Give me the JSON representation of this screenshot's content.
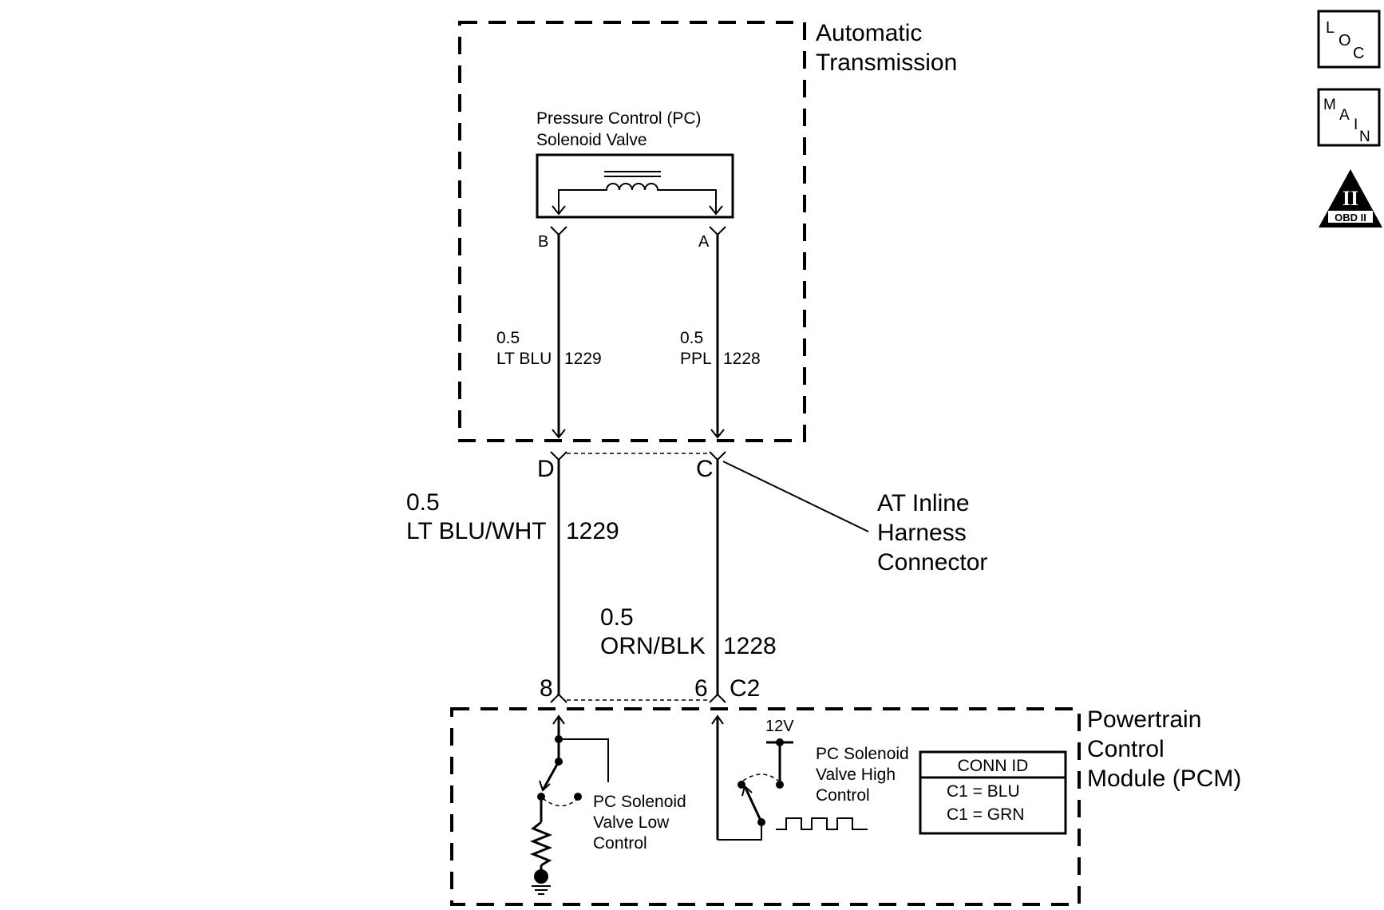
{
  "transmission": {
    "label_line1": "Automatic",
    "label_line2": "Transmission",
    "solenoid": {
      "label_line1": "Pressure Control (PC)",
      "label_line2": "Solenoid Valve",
      "pin_left": "B",
      "pin_right": "A"
    },
    "wire_left": {
      "gauge": "0.5",
      "color": "LT BLU",
      "circuit": "1229"
    },
    "wire_right": {
      "gauge": "0.5",
      "color": "PPL",
      "circuit": "1228"
    }
  },
  "inline_connector": {
    "pin_left": "D",
    "pin_right": "C",
    "label_line1": "AT Inline",
    "label_line2": "Harness",
    "label_line3": "Connector"
  },
  "harness": {
    "wire_left": {
      "gauge": "0.5",
      "color": "LT BLU/WHT",
      "circuit": "1229"
    },
    "wire_right": {
      "gauge": "0.5",
      "color": "ORN/BLK",
      "circuit": "1228"
    }
  },
  "pcm_connector": {
    "pin_left": "8",
    "pin_right": "6",
    "connector_id": "C2"
  },
  "pcm": {
    "label_line1": "Powertrain",
    "label_line2": "Control",
    "label_line3": "Module (PCM)",
    "low_control": {
      "line1": "PC Solenoid",
      "line2": "Valve Low",
      "line3": "Control"
    },
    "high_control": {
      "line1": "PC Solenoid",
      "line2": "Valve High",
      "line3": "Control"
    },
    "supply_voltage": "12V",
    "conn_table": {
      "header": "CONN ID",
      "rows": [
        "C1 = BLU",
        "C1 = GRN"
      ]
    }
  },
  "nav_icons": {
    "loc": {
      "l1": "L",
      "l2": "O",
      "l3": "C"
    },
    "main": {
      "l1": "M",
      "l2": "A",
      "l3": "I",
      "l4": "N"
    },
    "obd": {
      "symbol": "II",
      "text": "OBD II"
    }
  }
}
